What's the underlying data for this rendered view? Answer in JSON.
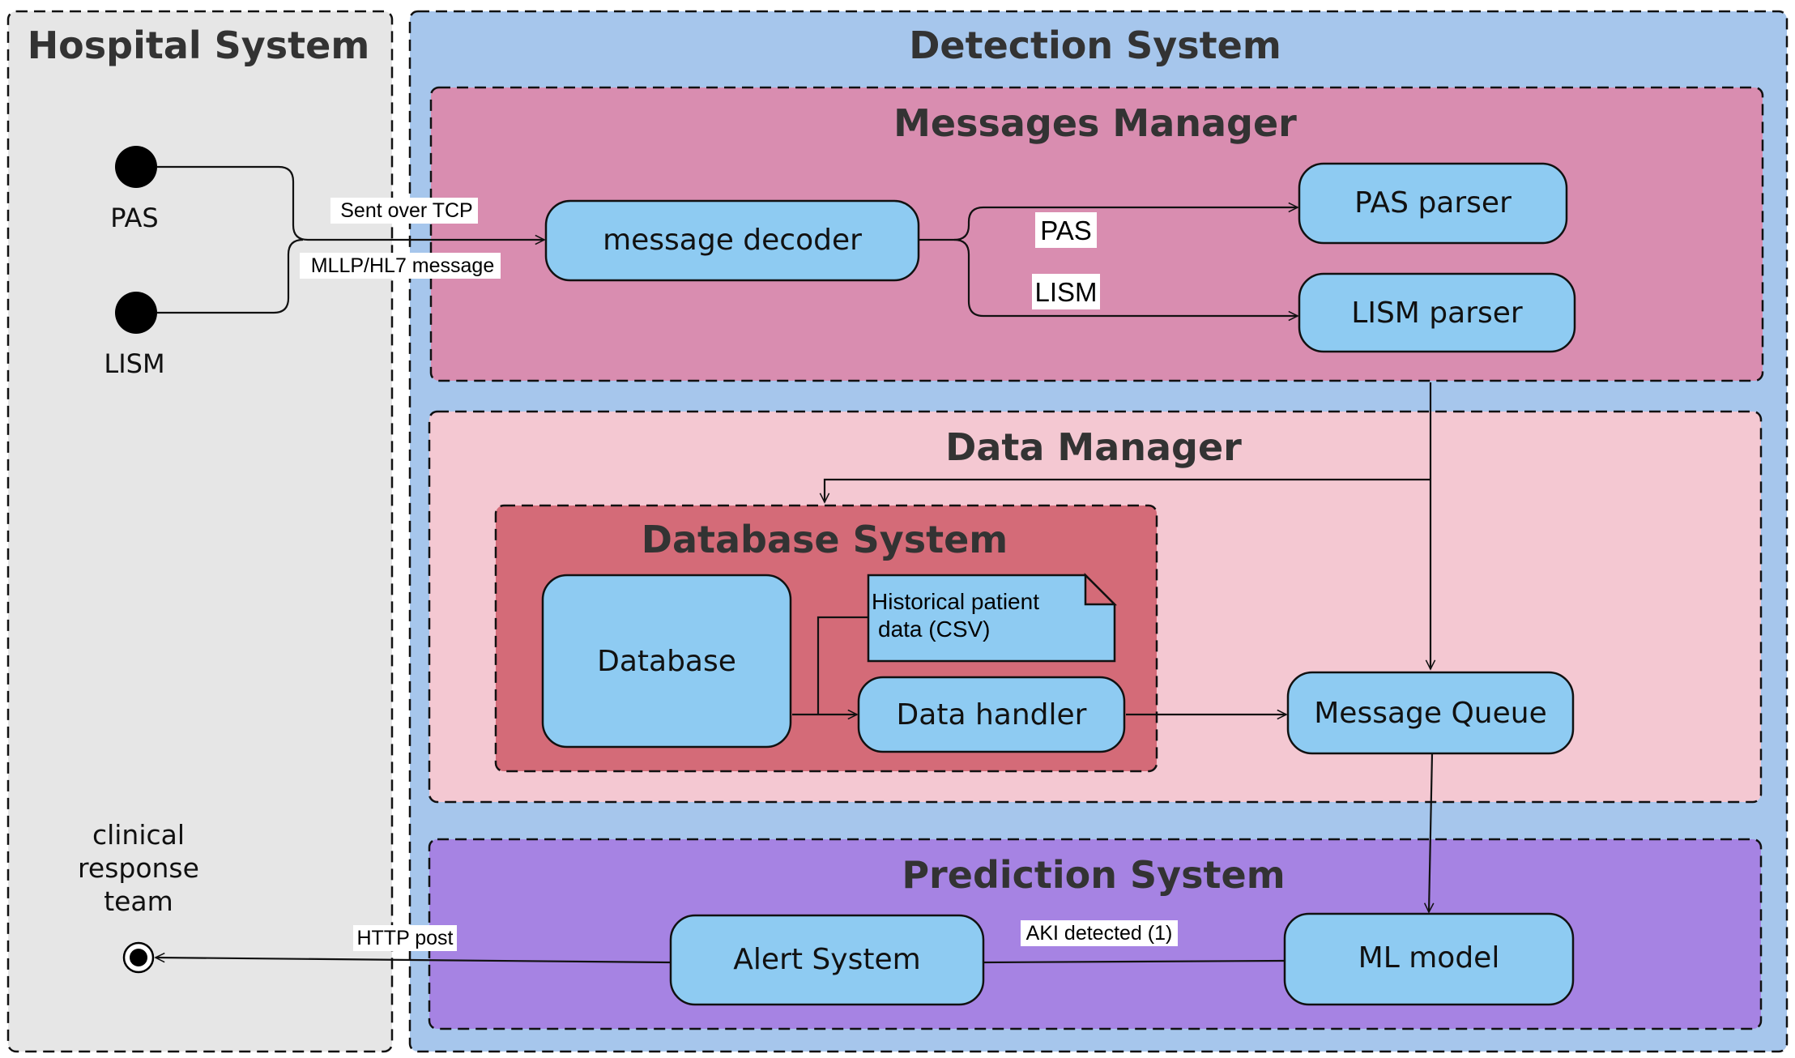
{
  "containers": {
    "hospital": "Hospital System",
    "detection": "Detection System",
    "messages_manager": "Messages Manager",
    "data_manager": "Data Manager",
    "database_system": "Database System",
    "prediction_system": "Prediction System"
  },
  "actors": {
    "pas": "PAS",
    "lism": "LISM",
    "clinical_line1": "clinical",
    "clinical_line2": "response",
    "clinical_line3": "team"
  },
  "nodes": {
    "message_decoder": "message decoder",
    "pas_parser": "PAS parser",
    "lism_parser": "LISM parser",
    "database": "Database",
    "historical_line1": "Historical patient",
    "historical_line2": "data (CSV)",
    "data_handler": "Data handler",
    "message_queue": "Message Queue",
    "alert_system": "Alert System",
    "ml_model": "ML model"
  },
  "edges": {
    "sent_over_tcp": "Sent over TCP",
    "mllp_hl7": "MLLP/HL7 message",
    "pas_branch": "PAS",
    "lism_branch": "LISM",
    "http_post": "HTTP post",
    "aki_detected": "AKI detected (1)"
  }
}
